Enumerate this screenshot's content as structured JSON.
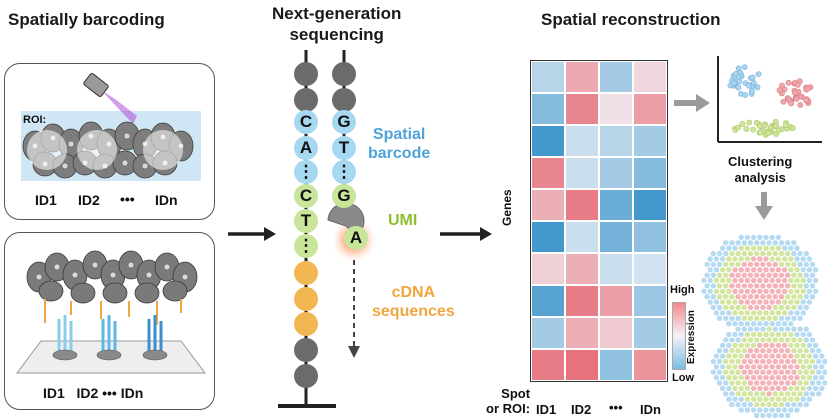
{
  "headings": {
    "barcoding": "Spatially barcoding",
    "ngs": "Next-generation\nsequencing",
    "reconstruction": "Spatial reconstruction"
  },
  "roi_panel": {
    "roi_label": "ROI:",
    "ids": [
      "ID1",
      "ID2",
      "•••",
      "IDn"
    ]
  },
  "spot_panel": {
    "ids_text": "ID1   ID2 ••• IDn"
  },
  "sequencing": {
    "strand1_letters": [
      "C",
      "A",
      "⋮",
      "C",
      "T",
      "⋮"
    ],
    "strand2_letters": [
      "G",
      "T",
      "⋮",
      "G"
    ],
    "umi_base": "A",
    "spatial_barcode_label": "Spatial\nbarcode",
    "umi_label": "UMI",
    "cdna_label": "cDNA\nsequences"
  },
  "heatmap": {
    "y_label": "Genes",
    "legend_high": "High",
    "legend_low": "Low",
    "legend_title": "Expression",
    "x_axis_prefix": "Spot\nor ROI:",
    "x_labels": [
      "ID1",
      "ID2",
      "•••",
      "IDn"
    ],
    "values": [
      [
        0.35,
        0.72,
        0.3,
        0.58
      ],
      [
        0.22,
        0.82,
        0.55,
        0.75
      ],
      [
        0.05,
        0.4,
        0.35,
        0.3
      ],
      [
        0.82,
        0.4,
        0.3,
        0.22
      ],
      [
        0.7,
        0.85,
        0.15,
        0.05
      ],
      [
        0.05,
        0.4,
        0.18,
        0.25
      ],
      [
        0.6,
        0.7,
        0.4,
        0.42
      ],
      [
        0.1,
        0.85,
        0.75,
        0.28
      ],
      [
        0.3,
        0.7,
        0.62,
        0.3
      ],
      [
        0.85,
        0.88,
        0.25,
        0.78
      ]
    ],
    "colors": {
      "low": "#2f8fc9",
      "mid": "#f2f2f7",
      "high": "#e34a55"
    }
  },
  "clustering": {
    "label": "Clustering\nanalysis"
  }
}
